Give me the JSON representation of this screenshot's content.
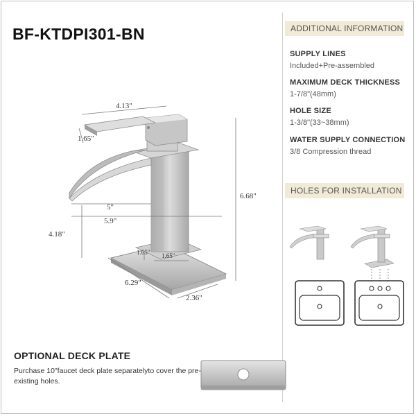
{
  "title": "BF-KTDPI301-BN",
  "additional_info": {
    "header": "ADDITIONAL INFORMATION",
    "specs": [
      {
        "label": "SUPPLY LINES",
        "value": "Included+Pre-assembled"
      },
      {
        "label": "MAXIMUM DECK THICKNESS",
        "value": "1-7/8\"(48mm)"
      },
      {
        "label": "HOLE SIZE",
        "value": "1-3/8\"(33~38mm)"
      },
      {
        "label": "WATER SUPPLY CONNECTION",
        "value": "3/8 Compression thread"
      }
    ]
  },
  "holes": {
    "header": "HOLES FOR INSTALLATION"
  },
  "dimensions": {
    "handle_width": "4.13\"",
    "handle_height": "1.65\"",
    "total_height": "6.68\"",
    "spout_reach": "5\"",
    "spout_total": "5.9\"",
    "spout_height": "4.18\"",
    "base_a": "1.65\"",
    "base_b": "1.65\"",
    "plate_length": "6.29\"",
    "plate_width": "2.36\""
  },
  "deck_plate": {
    "title": "OPTIONAL DECK PLATE",
    "text": "Purchase 10\"faucet deck plate separatelyto cover the pre-existing holes."
  },
  "colors": {
    "header_bg": "#f1ead7",
    "metal": "#c4c4c4",
    "metal_dark": "#8f8f8f"
  }
}
